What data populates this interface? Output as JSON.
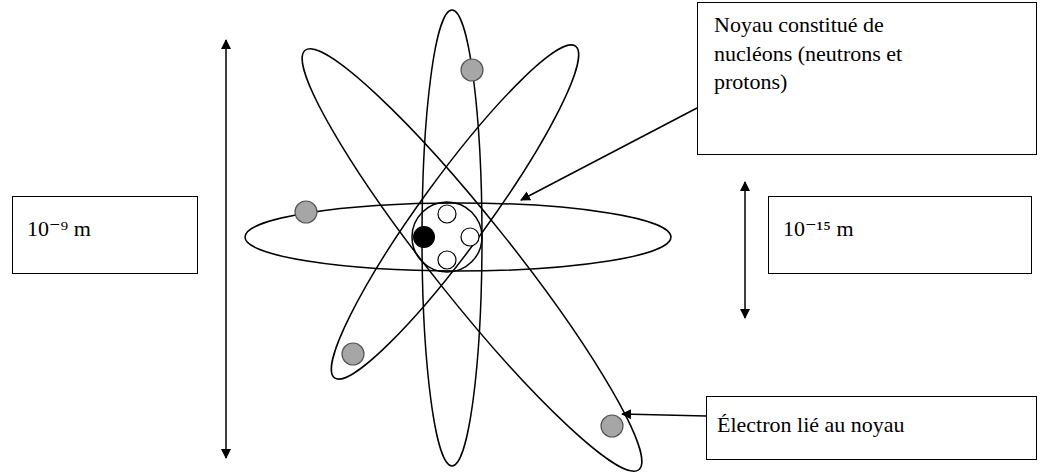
{
  "diagram": {
    "nodes": [
      {
        "text": [
          "Noyau constitué de nucléons (neutrons et protons)"
        ]
      },
      {
        "text": [
          "10⁻⁹ m"
        ]
      },
      {
        "text": [
          "10⁻¹⁵ m"
        ]
      },
      {
        "text": [
          "Électron lié au noyau"
        ]
      }
    ]
  }
}
